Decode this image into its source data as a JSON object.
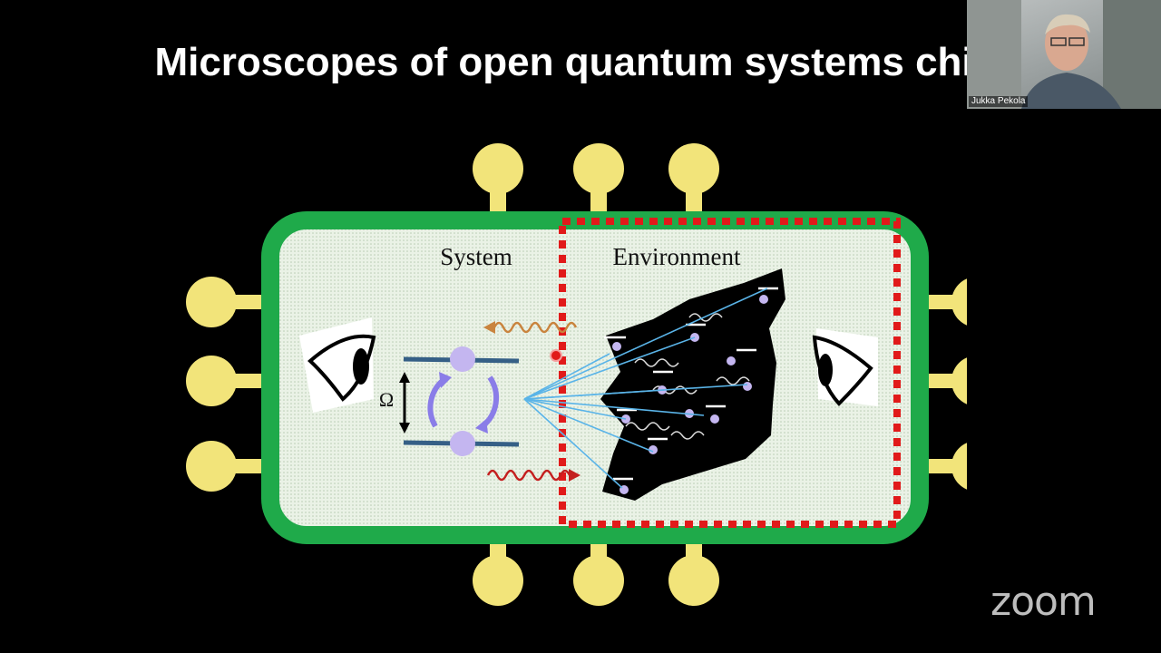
{
  "slide": {
    "title": "Microscopes of open quantum systems chip",
    "system_label": "System",
    "environment_label": "Environment",
    "omega_label": "Ω"
  },
  "video": {
    "speaker_name": "Jukka Pekola"
  },
  "zoom_logo_text": "zoom",
  "colors": {
    "background": "#000000",
    "chip_border": "#1faa4a",
    "chip_fill": "#e6efe2",
    "pad": "#f2e47a",
    "environment_border": "#e11a1a",
    "qubit": "#c4b6f0",
    "arrows": "#5ab4e8"
  }
}
